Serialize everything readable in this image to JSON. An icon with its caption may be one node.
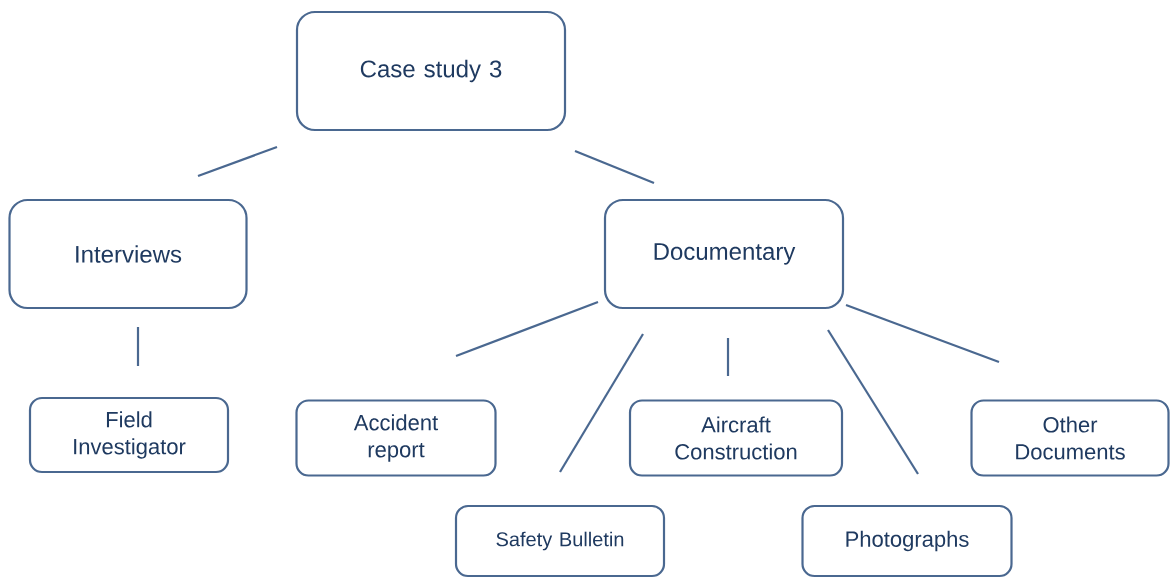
{
  "diagram": {
    "nodes": [
      {
        "text": [
          "Case study 3"
        ]
      },
      {
        "text": [
          "Interviews"
        ]
      },
      {
        "text": [
          "Documentary"
        ]
      },
      {
        "text": [
          "Field Investigator"
        ]
      },
      {
        "text": [
          "Accident report"
        ]
      },
      {
        "text": [
          "Safety Bulletin"
        ]
      },
      {
        "text": [
          "Aircraft Construction"
        ]
      },
      {
        "text": [
          "Photographs"
        ]
      },
      {
        "text": [
          "Other Documents"
        ]
      }
    ],
    "edges": [
      {
        "from": 0,
        "to": 1,
        "arrow": "none"
      },
      {
        "from": 0,
        "to": 2,
        "arrow": "none"
      },
      {
        "from": 1,
        "to": 3,
        "arrow": "none"
      },
      {
        "from": 2,
        "to": 4,
        "arrow": "none"
      },
      {
        "from": 2,
        "to": 5,
        "arrow": "none"
      },
      {
        "from": 2,
        "to": 6,
        "arrow": "none"
      },
      {
        "from": 2,
        "to": 7,
        "arrow": "none"
      },
      {
        "from": 2,
        "to": 8,
        "arrow": "none"
      }
    ]
  }
}
